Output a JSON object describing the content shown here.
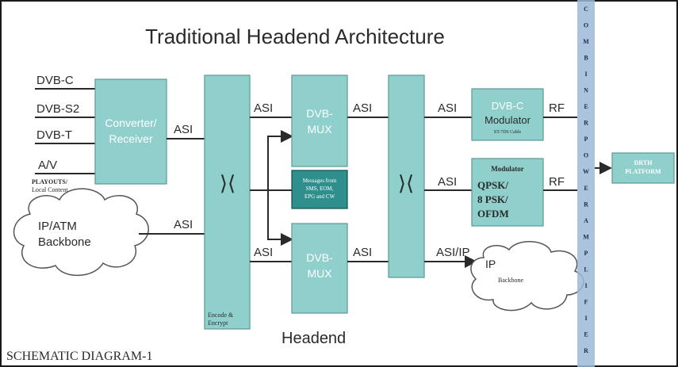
{
  "title": "Traditional Headend Architecture",
  "caption": "SCHEMATIC DIAGRAM-1",
  "headend_label": "Headend",
  "inputs": [
    "DVB-C",
    "DVB-S2",
    "DVB-T",
    "A/V"
  ],
  "playout_label": [
    "PLAYOUTS/",
    "Local Content"
  ],
  "input_highlight_color": "#e02020",
  "ip_atm_label": [
    "IP/ATM",
    "Backbone"
  ],
  "converter_label": [
    "Converter/",
    "Receiver"
  ],
  "encode_label": [
    "Encode &",
    "Encrypt"
  ],
  "dvb_mux_label": [
    "DVB-",
    "MUX"
  ],
  "messages_label": [
    "Messages from",
    "SMS, EOM,",
    "EPG and CW"
  ],
  "dvbc_mod_label": [
    "DVB-C",
    "Modulator"
  ],
  "dvbc_mod_sub": "ST-7D6 Cable",
  "modulator2_label": [
    "Modulator",
    "QPSK/",
    "8 PSK/",
    "OFDM"
  ],
  "ip_backbone_label": [
    "IP",
    "Backbone"
  ],
  "combiner_vertical": "COMBINER POWER AMPLIFIER",
  "dsth_label": [
    "DRTH",
    "PLATFORM"
  ],
  "signals": {
    "asi": "ASI",
    "rf": "RF",
    "asi_ip": "ASI/IP"
  },
  "switch_symbol": "⟩⟨"
}
